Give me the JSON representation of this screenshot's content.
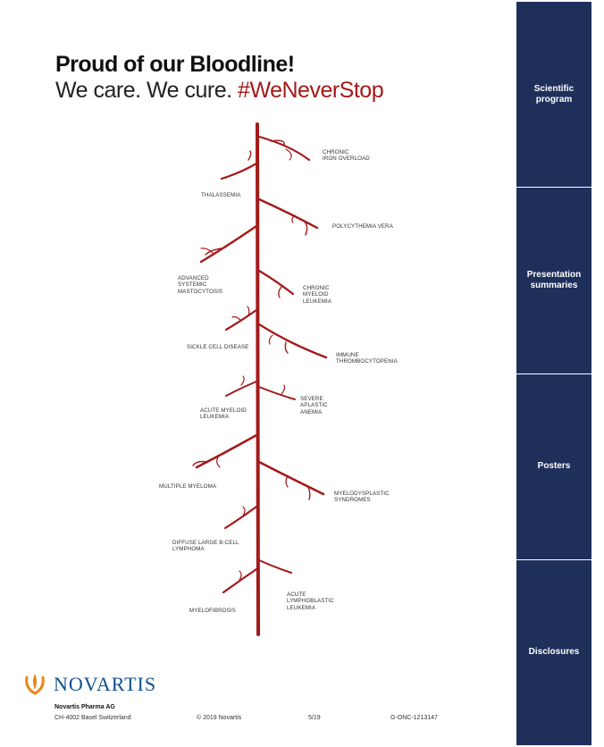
{
  "header": {
    "headline": "Proud of our Bloodline!",
    "tagline_main": "We care. We cure. ",
    "tagline_hash": "#WeNeverStop"
  },
  "tree": {
    "branch_color": "#a31a1a",
    "labels": [
      {
        "id": "chronic-iron-overload",
        "text": "CHRONIC\nIRON OVERLOAD"
      },
      {
        "id": "thalassemia",
        "text": "THALASSEMIA"
      },
      {
        "id": "polycythemia-vera",
        "text": "POLYCYTHEMIA VERA"
      },
      {
        "id": "advanced-systemic-mastocytosis",
        "text": "ADVANCED\nSYSTEMIC\nMASTOCYTOSIS"
      },
      {
        "id": "chronic-myeloid-leukemia",
        "text": "CHRONIC\nMYELOID\nLEUKEMIA"
      },
      {
        "id": "sickle-cell-disease",
        "text": "SICKLE CELL DISEASE"
      },
      {
        "id": "immune-thrombocytopenia",
        "text": "IMMUNE\nTHROMBOCYTOPENIA"
      },
      {
        "id": "severe-aplastic-anemia",
        "text": "SEVERE\nAPLASTIC\nANEMIA"
      },
      {
        "id": "acute-myeloid-leukemia",
        "text": "ACUTE MYELOID\nLEUKEMIA"
      },
      {
        "id": "multiple-myeloma",
        "text": "MULTIPLE MYELOMA"
      },
      {
        "id": "myelodysplastic-syndromes",
        "text": "MYELODYSPLASTIC\nSYNDROMES"
      },
      {
        "id": "diffuse-large-b-cell-lymphoma",
        "text": "DIFFUSE LARGE B-CELL\nLYMPHOMA"
      },
      {
        "id": "acute-lymphoblastic-leukemia",
        "text": "ACUTE\nLYMPHOBLASTIC\nLEUKEMIA"
      },
      {
        "id": "myelofibrosis",
        "text": "MYELOFIBROSIS"
      }
    ]
  },
  "sidebar": {
    "accent": "#1e2f5a",
    "items": [
      {
        "line1": "Scientific",
        "line2": "program"
      },
      {
        "line1": "Presentation",
        "line2": "summaries"
      },
      {
        "line1": "Posters",
        "line2": ""
      },
      {
        "line1": "Disclosures",
        "line2": ""
      }
    ]
  },
  "brand": {
    "logo_text": "NOVARTIS",
    "logo_icon": "flame-hands-icon",
    "logo_color_blue": "#0e4f8f",
    "logo_color_orange": "#e8861a"
  },
  "footer": {
    "company": "Novartis Pharma AG",
    "address": "CH-4002 Basel Switzerland",
    "copyright": "© 2019 Novartis",
    "page": "5/19",
    "code": "G-ONC-1213147"
  }
}
